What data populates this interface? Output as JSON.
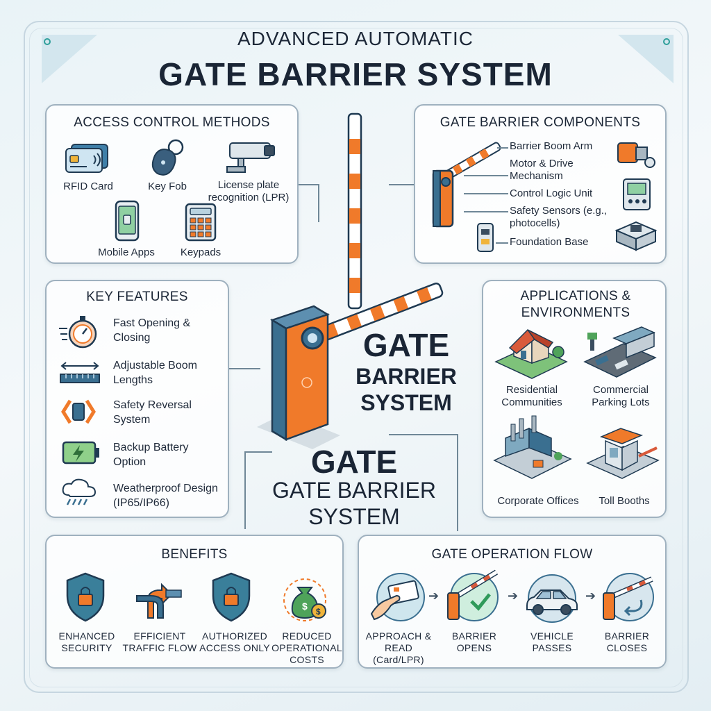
{
  "header": {
    "subtitle": "ADVANCED AUTOMATIC",
    "title": "GATE BARRIER SYSTEM"
  },
  "access_control": {
    "title": "ACCESS CONTROL METHODS",
    "items": [
      {
        "label": "RFID Card",
        "icon": "rfid-card-icon"
      },
      {
        "label": "Key Fob",
        "icon": "key-fob-icon"
      },
      {
        "label": "License plate recognition (LPR)",
        "icon": "camera-icon"
      },
      {
        "label": "Mobile Apps",
        "icon": "mobile-phone-icon"
      },
      {
        "label": "Keypads",
        "icon": "keypad-icon"
      }
    ]
  },
  "components": {
    "title": "GATE BARRIER COMPONENTS",
    "items": [
      {
        "label": "Barrier Boom Arm",
        "icon": "boom-arm-icon"
      },
      {
        "label": "Motor & Drive Mechanism",
        "icon": "motor-icon"
      },
      {
        "label": "Control Logic Unit",
        "icon": "control-unit-icon"
      },
      {
        "label": "Safety Sensors (e.g., photocells)",
        "icon": "sensor-icon"
      },
      {
        "label": "Foundation Base",
        "icon": "foundation-icon"
      }
    ]
  },
  "features": {
    "title": "KEY FEATURES",
    "items": [
      {
        "label": "Fast Opening & Closing",
        "icon": "stopwatch-icon"
      },
      {
        "label": "Adjustable Boom Lengths",
        "icon": "ruler-icon"
      },
      {
        "label": "Safety Reversal System",
        "icon": "reversal-icon"
      },
      {
        "label": "Backup Battery Option",
        "icon": "battery-icon"
      },
      {
        "label": "Weatherproof Design (IP65/IP66)",
        "icon": "rain-cloud-icon"
      }
    ]
  },
  "center": {
    "gate_word": "GATE",
    "barrier_word": "BARRIER",
    "system_word": "SYSTEM",
    "lower_gate": "GATE",
    "lower_line2": "GATE BARRIER",
    "lower_line3": "SYSTEM"
  },
  "applications": {
    "title": "APPLICATIONS & ENVIRONMENTS",
    "items": [
      {
        "label": "Residential Communities",
        "icon": "house-icon"
      },
      {
        "label": "Commercial Parking Lots",
        "icon": "parking-lot-icon"
      },
      {
        "label": "Corporate Offices",
        "icon": "factory-icon"
      },
      {
        "label": "Toll Booths",
        "icon": "toll-booth-icon"
      }
    ]
  },
  "benefits": {
    "title": "BENEFITS",
    "items": [
      {
        "label": "ENHANCED SECURITY",
        "icon": "shield-lock-icon"
      },
      {
        "label": "EFFICIENT TRAFFIC FLOW",
        "icon": "traffic-arrows-icon"
      },
      {
        "label": "AUTHORIZED ACCESS ONLY",
        "icon": "shield-lock-icon"
      },
      {
        "label": "REDUCED OPERATIONAL COSTS",
        "icon": "money-bag-icon"
      }
    ]
  },
  "flow": {
    "title": "GATE OPERATION FLOW",
    "steps": [
      {
        "label": "APPROACH & READ (Card/LPR)",
        "icon": "card-hand-icon"
      },
      {
        "label": "BARRIER OPENS",
        "icon": "barrier-open-icon"
      },
      {
        "label": "VEHICLE PASSES",
        "icon": "car-icon"
      },
      {
        "label": "BARRIER CLOSES",
        "icon": "barrier-close-icon"
      }
    ]
  },
  "colors": {
    "accent_orange": "#f07a2a",
    "accent_teal": "#2e7f8f",
    "outline": "#1f3a52",
    "panel_border": "#9fb1bf"
  }
}
